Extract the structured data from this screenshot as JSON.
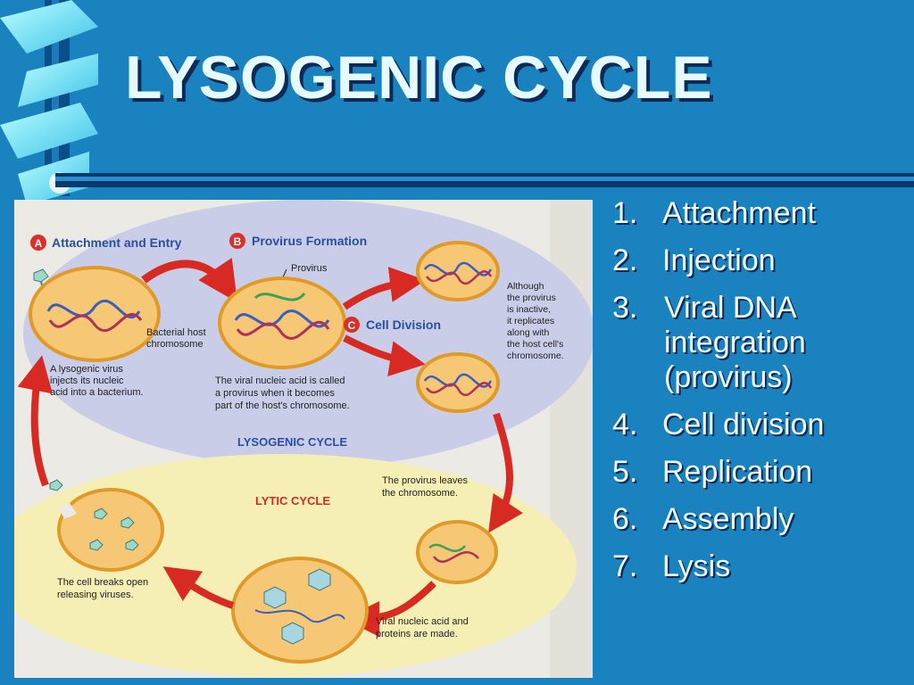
{
  "slide": {
    "title": "LYSOGENIC CYCLE"
  },
  "steps": [
    {
      "num": "1.",
      "text": "Attachment"
    },
    {
      "num": "2.",
      "text": "Injection"
    },
    {
      "num": "3.",
      "text": "Viral DNA integration (provirus)"
    },
    {
      "num": "4.",
      "text": "Cell division"
    },
    {
      "num": "5.",
      "text": "Replication"
    },
    {
      "num": "6.",
      "text": "Assembly"
    },
    {
      "num": "7.",
      "text": "Lysis"
    }
  ],
  "diagram": {
    "stage_a": {
      "badge": "A",
      "title": "Attachment and Entry"
    },
    "stage_b": {
      "badge": "B",
      "title": "Provirus Formation"
    },
    "stage_c": {
      "badge": "C",
      "title": "Cell Division"
    },
    "provirus_label": "Provirus",
    "host_chromosome_label": [
      "Bacterial host",
      "chromosome"
    ],
    "virus_injects_caption": [
      "A lysogenic virus",
      "injects its nucleic",
      "acid into a bacterium."
    ],
    "provirus_caption": [
      "The viral nucleic acid is called",
      "a provirus when it becomes",
      "part of  the host's chromosome."
    ],
    "division_caption": [
      "Although",
      "the provirus",
      "is inactive,",
      "it replicates",
      "along with",
      "the host cell's",
      "chromosome."
    ],
    "lysogenic_label": "LYSOGENIC CYCLE",
    "lytic_label": "LYTIC CYCLE",
    "leaves_caption": [
      "The provirus leaves",
      "the chromosome."
    ],
    "cell_breaks_caption": [
      "The cell breaks open",
      "releasing viruses."
    ],
    "proteins_caption": [
      "Viral nucleic acid and",
      "proteins are made."
    ],
    "colors": {
      "slide_bg": "#1a82bf",
      "title_shadow": "#0b2a55",
      "lysogenic_ellipse": "#c9cde8",
      "lytic_ellipse": "#f5efb5",
      "cell_fill": "#f6c774",
      "cell_stroke": "#e09a2a",
      "arrow_red": "#d62a22",
      "badge_red": "#d9302a",
      "heading_blue": "#2a4fa0"
    }
  }
}
